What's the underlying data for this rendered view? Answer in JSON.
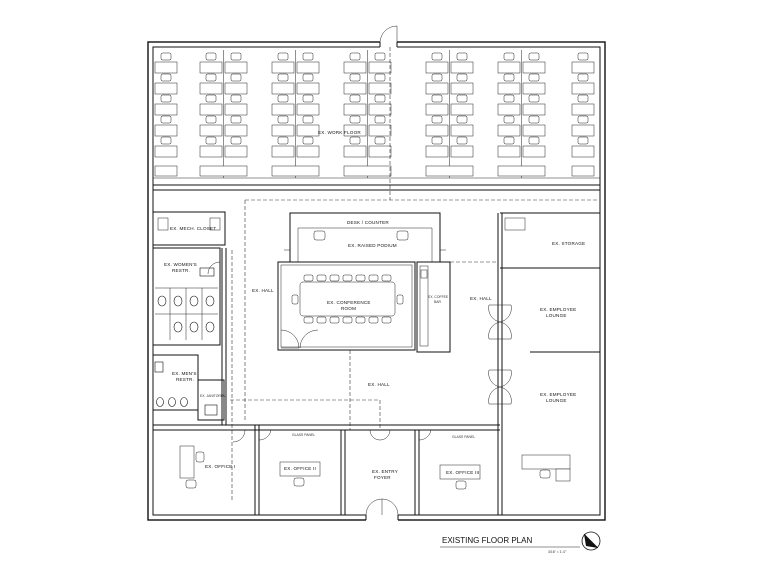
{
  "drawing": {
    "title": "EXISTING FLOOR PLAN",
    "scale": "3/16\" = 1'-0\""
  },
  "rooms": {
    "work_floor": "EX. WORK FLOOR",
    "desk_counter": "DESK / COUNTER",
    "raised_podium": "EX. RAISED PODIUM",
    "mech_closet": "EX. MECH. CLOSET",
    "womens_line1": "EX. WOMEN'S",
    "womens_line2": "RESTR.",
    "hall_left": "EX. HALL",
    "conference_line1": "EX. CONFERENCE",
    "conference_line2": "ROOM",
    "coffee_line1": "EX. COFFEE",
    "coffee_line2": "BAR",
    "hall_right": "EX. HALL",
    "storage": "EX. STORAGE",
    "lounge_upper_line1": "EX. EMPLOYEE",
    "lounge_upper_line2": "LOUNGE",
    "lounge_lower_line1": "EX. EMPLOYEE",
    "lounge_lower_line2": "LOUNGE",
    "mens_line1": "EX. MEN'S",
    "mens_line2": "RESTR.",
    "janitorial": "EX. JANITORIAL",
    "hall_bottom": "EX. HALL",
    "office_1": "EX. OFFICE I",
    "office_2": "EX. OFFICE II",
    "office_3": "EX. OFFICE III",
    "entry_line1": "EX. ENTRY",
    "entry_line2": "FOYER"
  },
  "notes": {
    "glass_panel_left": "GLASS PANEL",
    "glass_panel_right": "GLASS PANEL"
  }
}
